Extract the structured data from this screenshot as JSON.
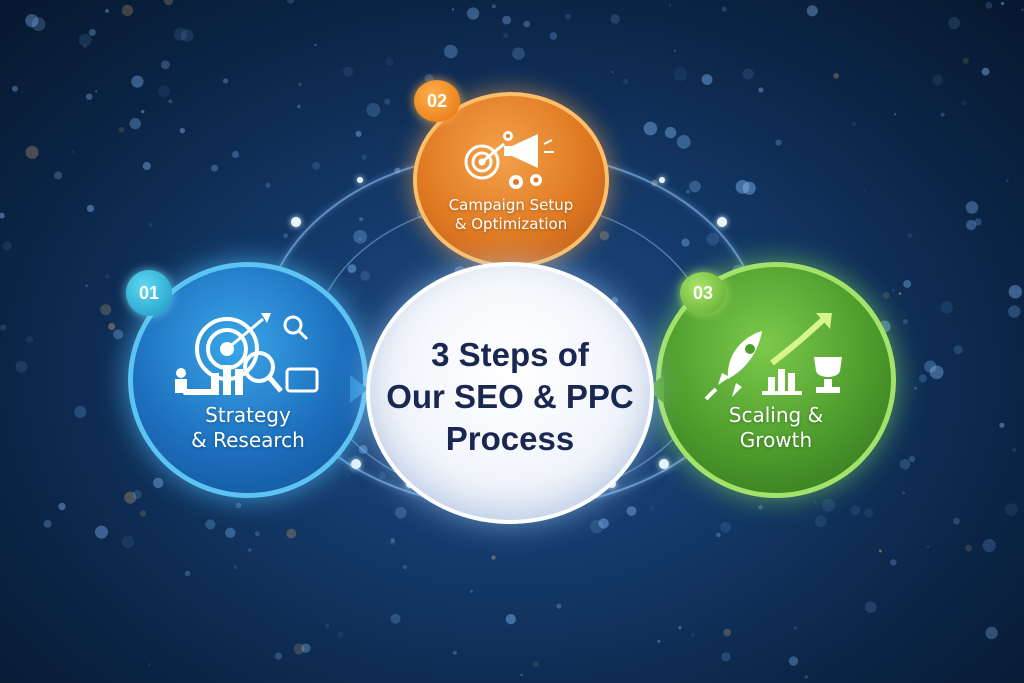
{
  "center": {
    "title_lines": [
      "3 Steps of",
      "Our SEO & PPC",
      "Process"
    ]
  },
  "steps": [
    {
      "number": "01",
      "label_lines": [
        "Strategy",
        "& Research"
      ],
      "color": "#1d6fbd",
      "icon": "target-research-icon"
    },
    {
      "number": "02",
      "label_lines": [
        "Campaign Setup",
        "& Optimization"
      ],
      "color": "#e07a22",
      "icon": "target-megaphone-gears-icon"
    },
    {
      "number": "03",
      "label_lines": [
        "Scaling &",
        "Growth"
      ],
      "color": "#4d9b2c",
      "icon": "rocket-chart-trophy-icon"
    }
  ],
  "colors": {
    "background": "#0b2547",
    "center": "#f1f5fb",
    "center_text": "#1b2750",
    "orbit": "#9fd0ff"
  }
}
